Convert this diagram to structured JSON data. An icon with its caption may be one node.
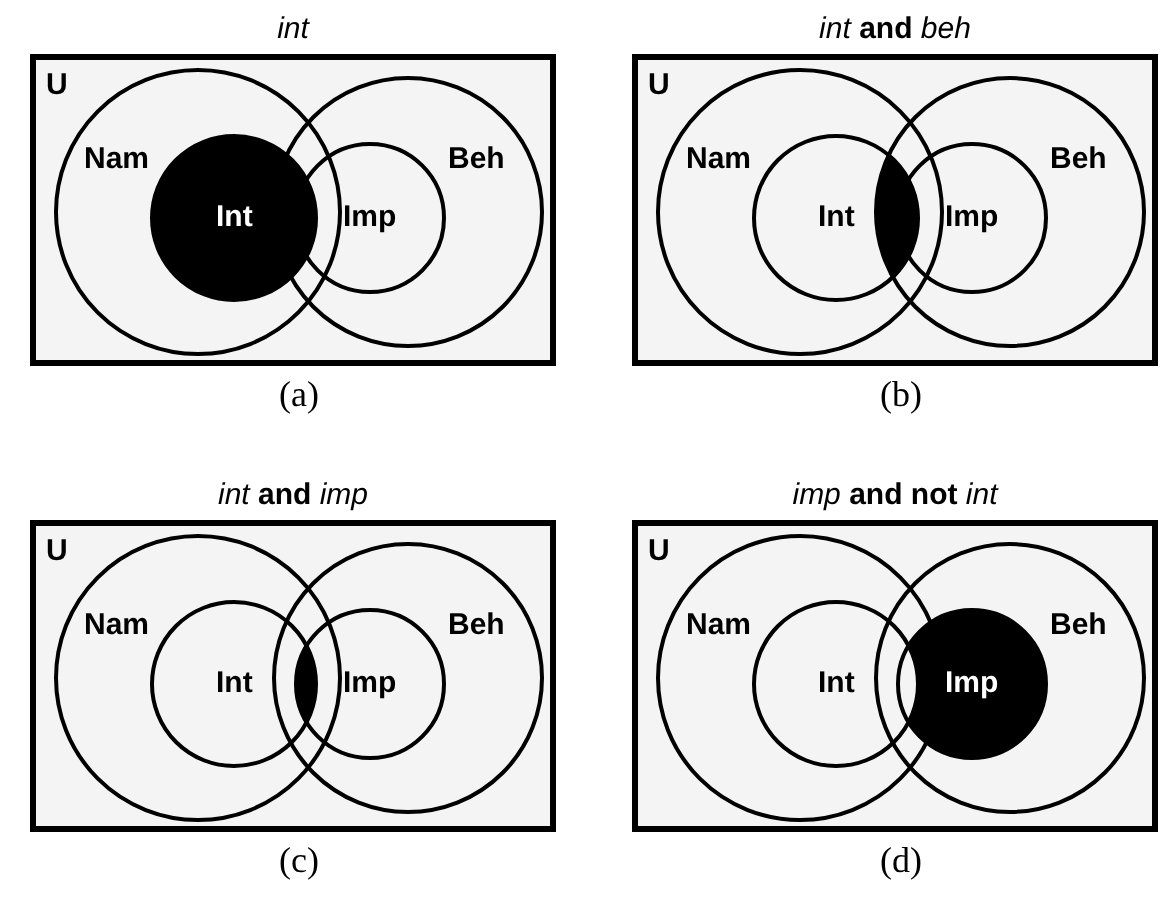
{
  "diagram": {
    "nodes": [
      {
        "text": [
          "U"
        ],
        "beside": [
          "*int*",
          "(a)"
        ]
      },
      {
        "text": [
          "Nam"
        ],
        "in": 0
      },
      {
        "text": [
          "Beh"
        ],
        "in": 0
      },
      {
        "text": [
          "Int"
        ],
        "in": 1
      },
      {
        "text": [
          "Imp"
        ],
        "in": 2
      },
      {
        "text": [
          "U"
        ],
        "beside": [
          "*int* **and** *beh*",
          "(b)"
        ]
      },
      {
        "text": [
          "Nam"
        ],
        "in": 5
      },
      {
        "text": [
          "Beh"
        ],
        "in": 5
      },
      {
        "text": [
          "Int"
        ],
        "in": 6
      },
      {
        "text": [
          "Imp"
        ],
        "in": 7
      },
      {
        "text": [
          "U"
        ],
        "beside": [
          "*int* **and** *imp*",
          "(c)"
        ]
      },
      {
        "text": [
          "Nam"
        ],
        "in": 10
      },
      {
        "text": [
          "Beh"
        ],
        "in": 10
      },
      {
        "text": [
          "Int"
        ],
        "in": 11
      },
      {
        "text": [
          "Imp"
        ],
        "in": 12
      },
      {
        "text": [
          "U"
        ],
        "beside": [
          "*imp* **and not** *int*",
          "(d)"
        ]
      },
      {
        "text": [
          "Nam"
        ],
        "in": 15
      },
      {
        "text": [
          "Beh"
        ],
        "in": 15
      },
      {
        "text": [
          "Int"
        ],
        "in": 16
      },
      {
        "text": [
          "Imp"
        ],
        "in": 17
      }
    ]
  }
}
